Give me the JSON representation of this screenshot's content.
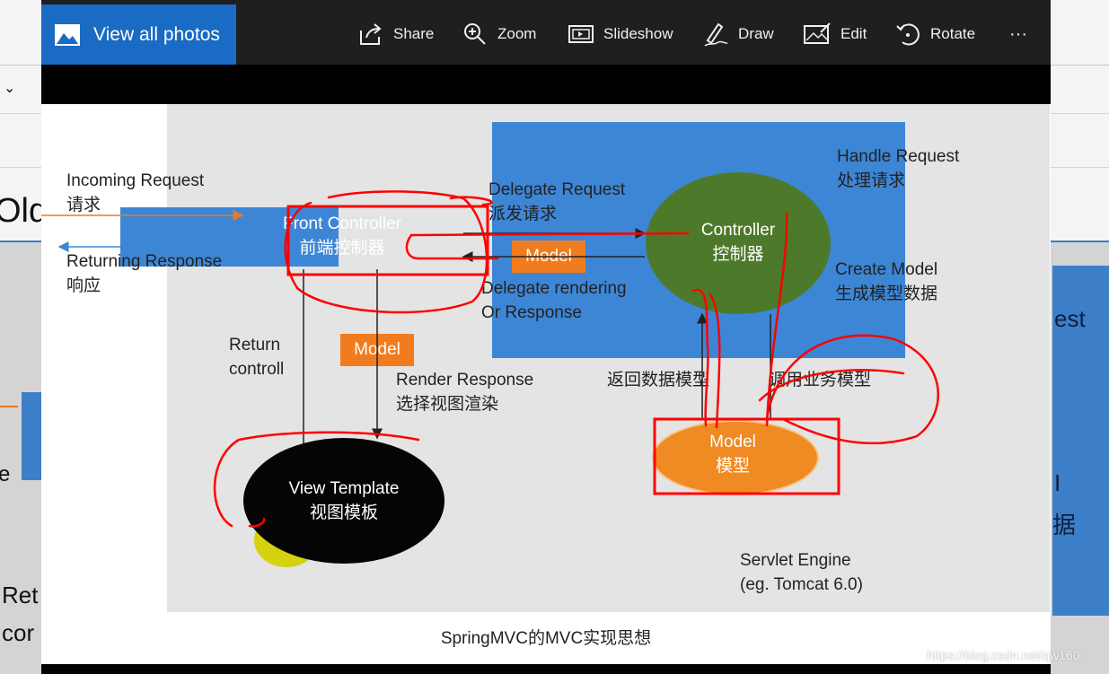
{
  "toolbar": {
    "view_all": "View all photos",
    "share": "Share",
    "zoom": "Zoom",
    "slideshow": "Slideshow",
    "draw": "Draw",
    "edit": "Edit",
    "rotate": "Rotate",
    "more": "···"
  },
  "background": {
    "left_fragment_1": "Old",
    "left_fragment_2": "Ret",
    "left_fragment_3": "cor",
    "left_fragment_4": "e",
    "left_dropdown": "⌄",
    "right_fragment_1": "est",
    "right_fragment_2": "I",
    "right_fragment_3": "据"
  },
  "diagram": {
    "incoming_request_en": "Incoming Request",
    "incoming_request_zh": "请求",
    "returning_response_en": "Returning Response",
    "returning_response_zh": "响应",
    "front_controller_en": "Front Controller",
    "front_controller_zh": "前端控制器",
    "delegate_request_en": "Delegate Request",
    "delegate_request_zh": "派发请求",
    "model_tag": "Model",
    "delegate_rendering_en": "Delegate rendering",
    "delegate_rendering_en2": "Or Response",
    "controller_en": "Controller",
    "controller_zh": "控制器",
    "handle_request_en": "Handle Request",
    "handle_request_zh": "处理请求",
    "create_model_en": "Create Model",
    "create_model_zh": "生成模型数据",
    "return_controll_1": "Return",
    "return_controll_2": "controll",
    "render_response_en": "Render Response",
    "render_response_zh": "选择视图渲染",
    "return_model_zh": "返回数据模型",
    "call_business_zh": "调用业务模型",
    "model_en": "Model",
    "model_zh": "模型",
    "view_template_en": "View Template",
    "view_template_zh": "视图模板",
    "servlet_engine_1": "Servlet Engine",
    "servlet_engine_2": "(eg. Tomcat 6.0)",
    "caption": "SpringMVC的MVC实现思想"
  },
  "watermark": "https://blog.csdn.net/qw160",
  "colors": {
    "accent_blue": "#1a6bc4",
    "panel_blue": "#3d86d6",
    "model_orange": "#f07c1f",
    "controller_green": "#4d7a2a",
    "annotation_red": "#ff0000"
  }
}
